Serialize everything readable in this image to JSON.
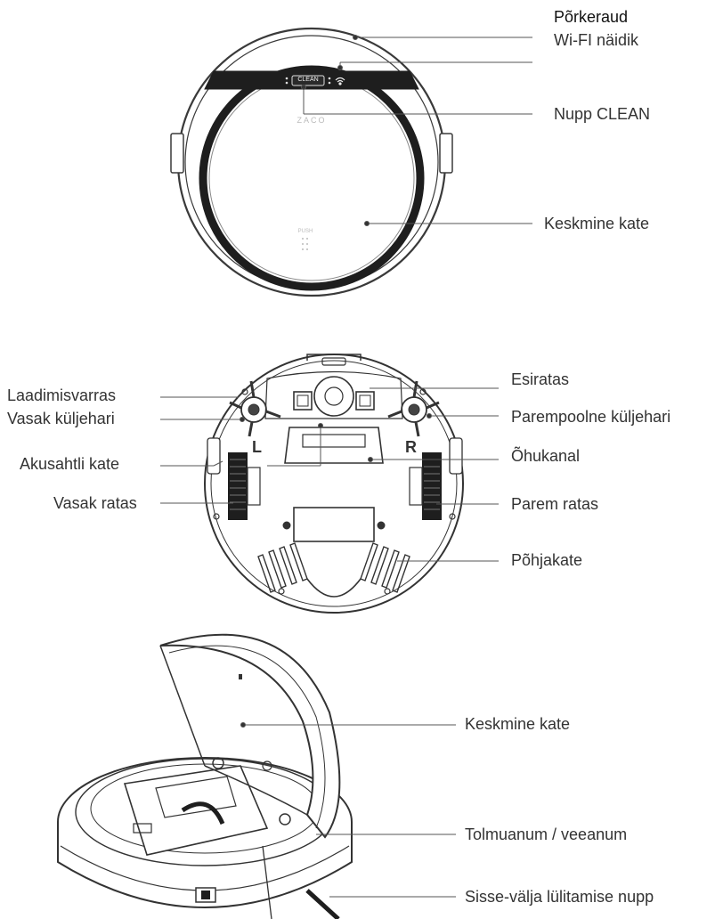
{
  "diagram1": {
    "labels": {
      "bumper": "Põrkeraud",
      "wifi": "Wi-FI näidik",
      "clean_button": "Nupp CLEAN",
      "middle_cover": "Keskmine kate"
    },
    "device_text": {
      "clean": "CLEAN",
      "brand": "ZACO",
      "push": "PUSH"
    }
  },
  "diagram2": {
    "labels": {
      "charging_rod": "Laadimisvarras",
      "left_brush": "Vasak küljehari",
      "battery_cover": "Akusahtli kate",
      "left_wheel": "Vasak ratas",
      "front_wheel": "Esiratas",
      "right_brush": "Parempoolne küljehari",
      "air_channel": "Õhukanal",
      "right_wheel": "Parem ratas",
      "bottom_cover": "Põhjakate"
    },
    "device_text": {
      "left": "L",
      "right": "R"
    }
  },
  "diagram3": {
    "labels": {
      "middle_cover": "Keskmine kate",
      "dust_water_tank": "Tolmuanum / veeanum",
      "power_switch": "Sisse-välja lülitamise nupp"
    }
  }
}
